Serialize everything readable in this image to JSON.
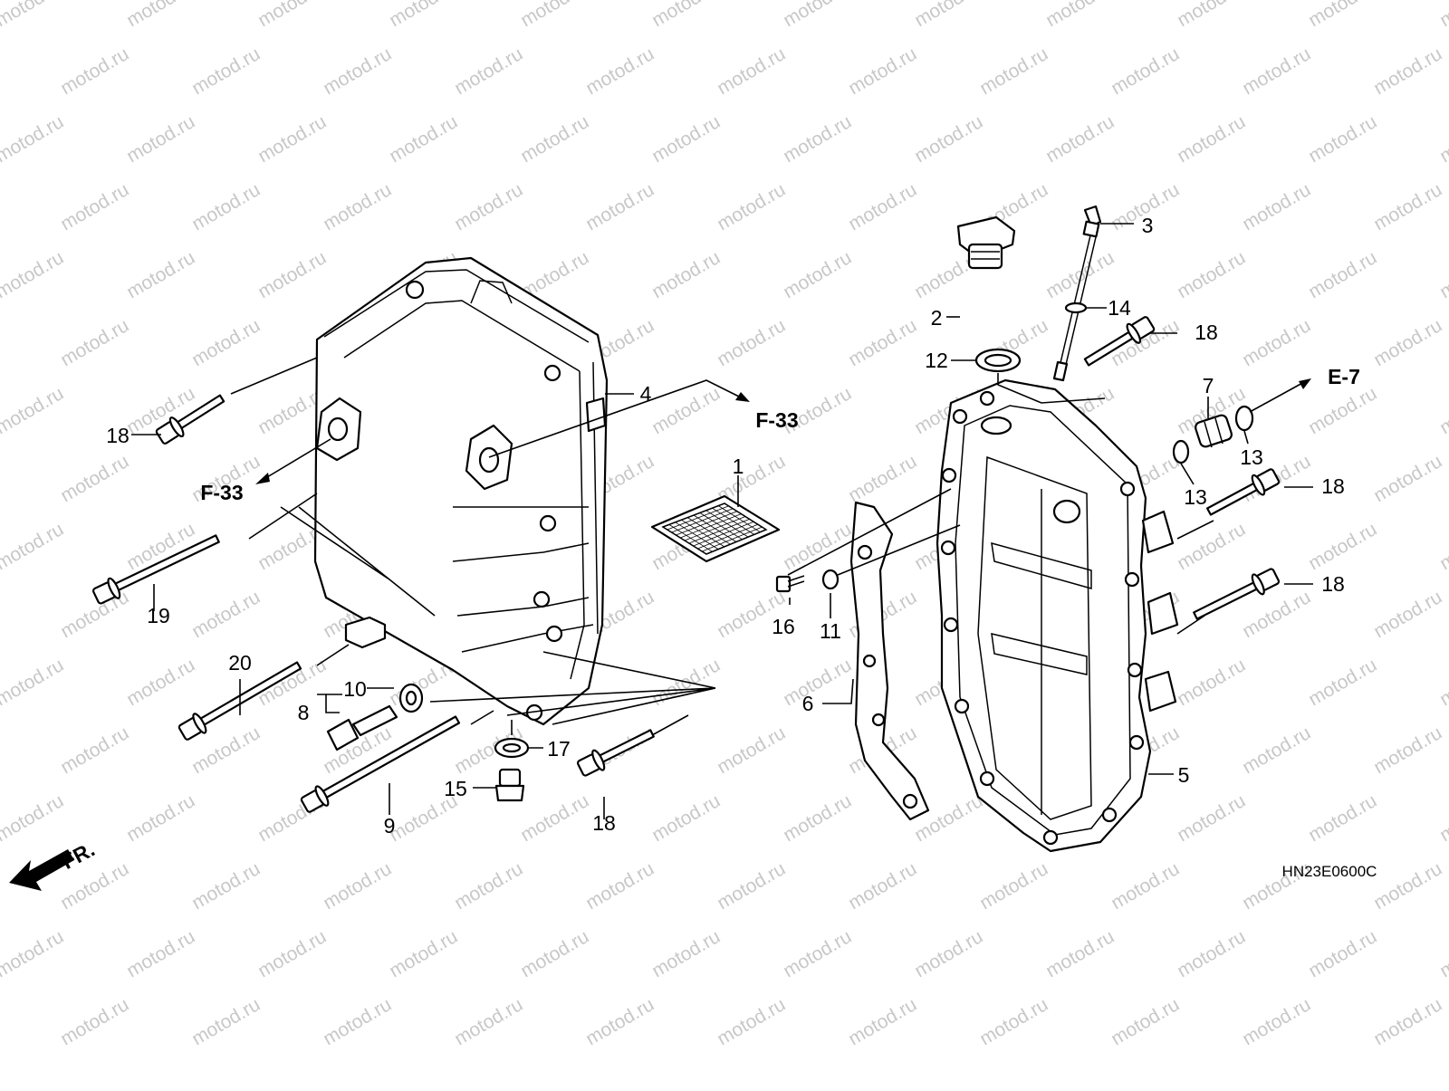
{
  "watermark": "motod.ru",
  "diagram_code": "HN23E0600C",
  "front_label": "FR.",
  "references": {
    "f33": "F-33",
    "e7": "E-7"
  },
  "callouts": {
    "c1": "1",
    "c2": "2",
    "c3": "3",
    "c4": "4",
    "c5": "5",
    "c6": "6",
    "c7": "7",
    "c8": "8",
    "c9": "9",
    "c10": "10",
    "c11": "11",
    "c12": "12",
    "c13": "13",
    "c14": "14",
    "c15": "15",
    "c16": "16",
    "c17": "17",
    "c18": "18",
    "c19": "19",
    "c20": "20"
  }
}
